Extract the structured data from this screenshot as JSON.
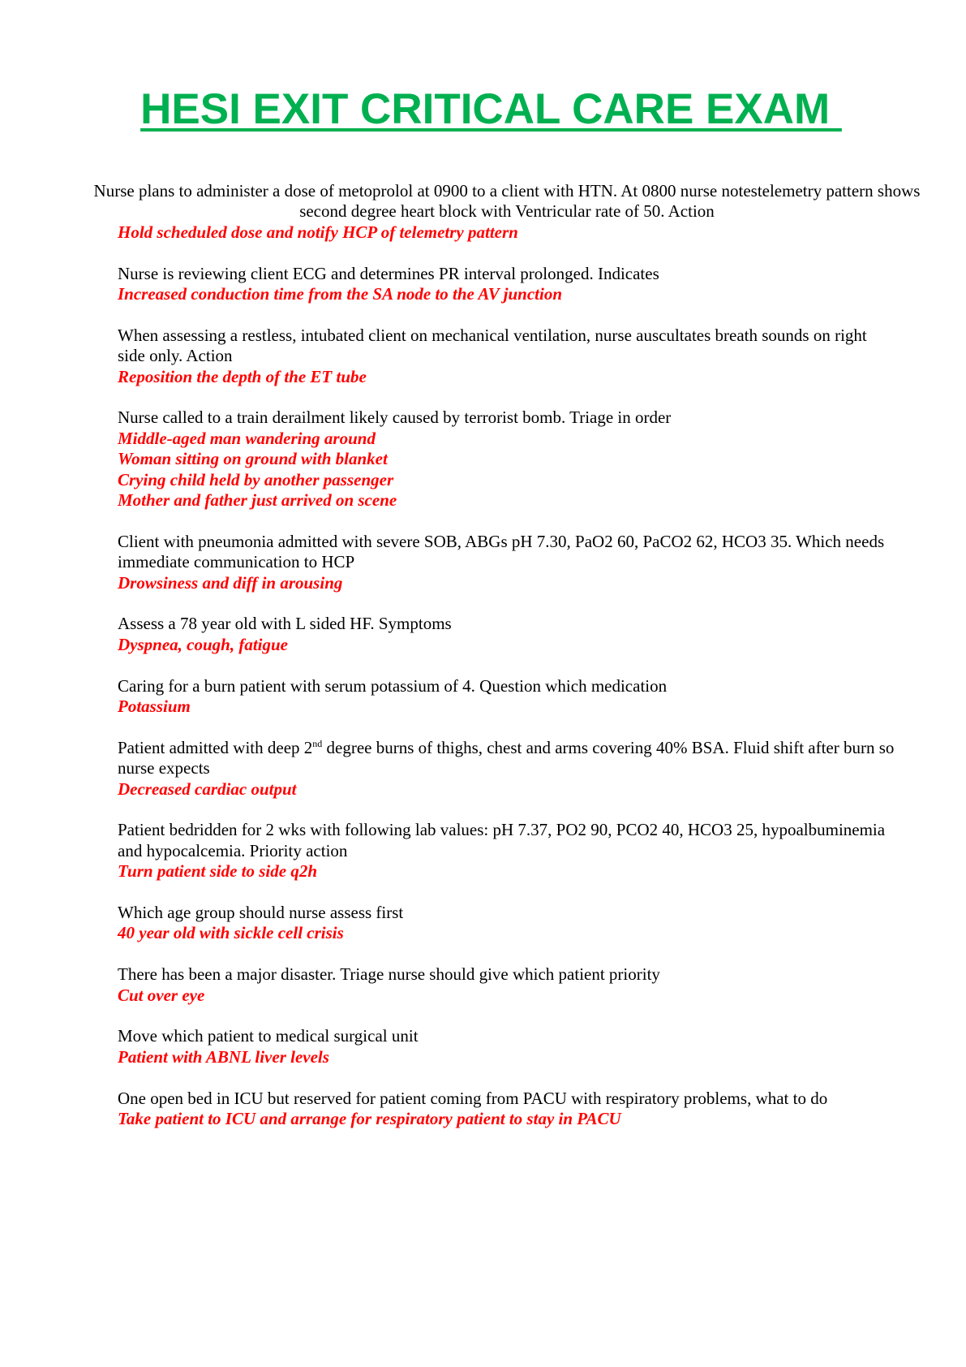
{
  "title": "HESI EXIT CRITICAL CARE EXAM ",
  "items": [
    {
      "question": "Nurse plans to administer a dose of metoprolol at 0900 to a client with HTN. At 0800 nurse notestelemetry pattern shows second degree heart block with Ventricular rate of 50. Action",
      "answers": [
        "Hold scheduled dose and notify HCP of telemetry pattern"
      ]
    },
    {
      "question": "Nurse is reviewing client ECG and determines PR interval prolonged. Indicates",
      "answers": [
        "Increased conduction time from the SA node to the AV junction"
      ]
    },
    {
      "question": "When assessing a restless, intubated client on mechanical ventilation, nurse auscultates breath sounds on right side only. Action",
      "answers": [
        "Reposition the depth of the ET tube"
      ]
    },
    {
      "question": "Nurse called to a train derailment likely caused by terrorist bomb. Triage in order",
      "answers": [
        "Middle-aged man wandering around",
        "Woman sitting on ground with blanket",
        "Crying child held by another passenger",
        "Mother and father just arrived on scene"
      ]
    },
    {
      "question": "Client with pneumonia admitted with severe SOB, ABGs pH 7.30, PaO2 60, PaCO2 62, HCO3 35. Which needs immediate communication to HCP",
      "answers": [
        "Drowsiness and diff in arousing"
      ]
    },
    {
      "question": "Assess a 78 year old with L sided HF. Symptoms",
      "answers": [
        "Dyspnea, cough, fatigue"
      ]
    },
    {
      "question": "Caring for a burn patient with serum potassium of 4. Question which medication",
      "answers": [
        "Potassium"
      ]
    },
    {
      "question_pre": "Patient admitted with deep 2",
      "question_sup": "nd",
      "question_post": " degree burns of thighs, chest and arms covering 40% BSA. Fluid shift after burn so nurse expects",
      "answers": [
        "Decreased cardiac output"
      ]
    },
    {
      "question": "Patient bedridden for 2 wks with following lab values: pH 7.37, PO2 90, PCO2 40, HCO3 25, hypoalbuminemia and hypocalcemia. Priority action",
      "answers": [
        "Turn patient side to side q2h"
      ]
    },
    {
      "question": "Which age group should nurse assess first",
      "answers": [
        "40 year old with sickle cell crisis"
      ]
    },
    {
      "question": "There has been a major disaster. Triage nurse should give which patient priority",
      "answers": [
        "Cut over eye"
      ]
    },
    {
      "question": "Move which patient to medical surgical unit",
      "answers": [
        "Patient with ABNL liver levels"
      ]
    },
    {
      "question": "One open bed in ICU but reserved for patient coming from PACU with respiratory problems, what to do",
      "answers": [
        "Take patient to ICU and arrange for respiratory patient to stay in PACU"
      ]
    }
  ]
}
